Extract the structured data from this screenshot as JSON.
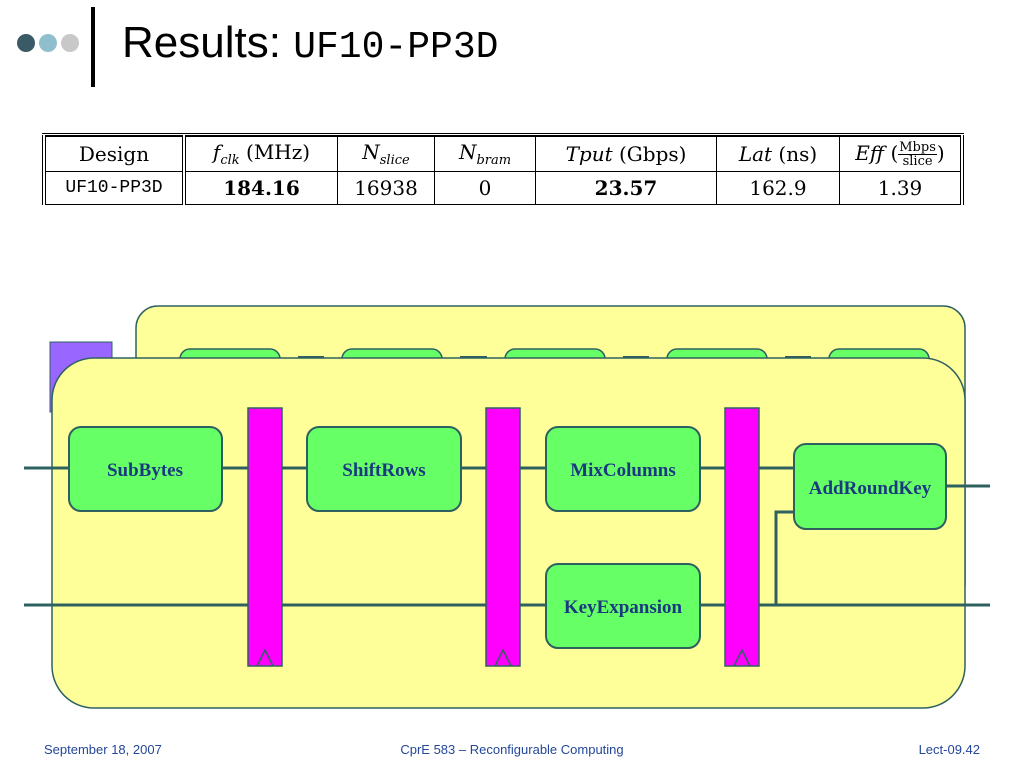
{
  "header": {
    "title_prefix": "Results:",
    "title_design": "UF10-PP3D",
    "dot_colors": [
      "#3a5a66",
      "#8fbfcc",
      "#c8c8c8"
    ]
  },
  "table": {
    "headers": {
      "design": "Design",
      "fclk_sym": "f",
      "fclk_sub": "clk",
      "fclk_unit": "(MHz)",
      "nslice_sym": "N",
      "nslice_sub": "slice",
      "nbram_sym": "N",
      "nbram_sub": "bram",
      "tput_sym": "Tput",
      "tput_unit": "(Gbps)",
      "lat_sym": "Lat",
      "lat_unit": "(ns)",
      "eff_sym": "Eff",
      "eff_open": "(",
      "eff_num": "Mbps",
      "eff_den": "slice",
      "eff_close": ")"
    },
    "row": {
      "design": "UF10-PP3D",
      "fclk": "184.16",
      "nslice": "16938",
      "nbram": "0",
      "tput": "23.57",
      "lat": "162.9",
      "eff": "1.39"
    }
  },
  "diagram": {
    "blocks": {
      "subbytes": "SubBytes",
      "shiftrows": "ShiftRows",
      "mixcolumns": "MixColumns",
      "addroundkey": "AddRoundKey",
      "keyexpansion": "KeyExpansion"
    },
    "colors": {
      "panel_fill": "#ffff99",
      "block_fill": "#66ff66",
      "register_fill": "#ff00ff",
      "wire": "#2f6060",
      "purple_tab": "#9966ff"
    }
  },
  "footer": {
    "date": "September 18, 2007",
    "course": "CprE 583 – Reconfigurable Computing",
    "lecture": "Lect-09.42"
  }
}
